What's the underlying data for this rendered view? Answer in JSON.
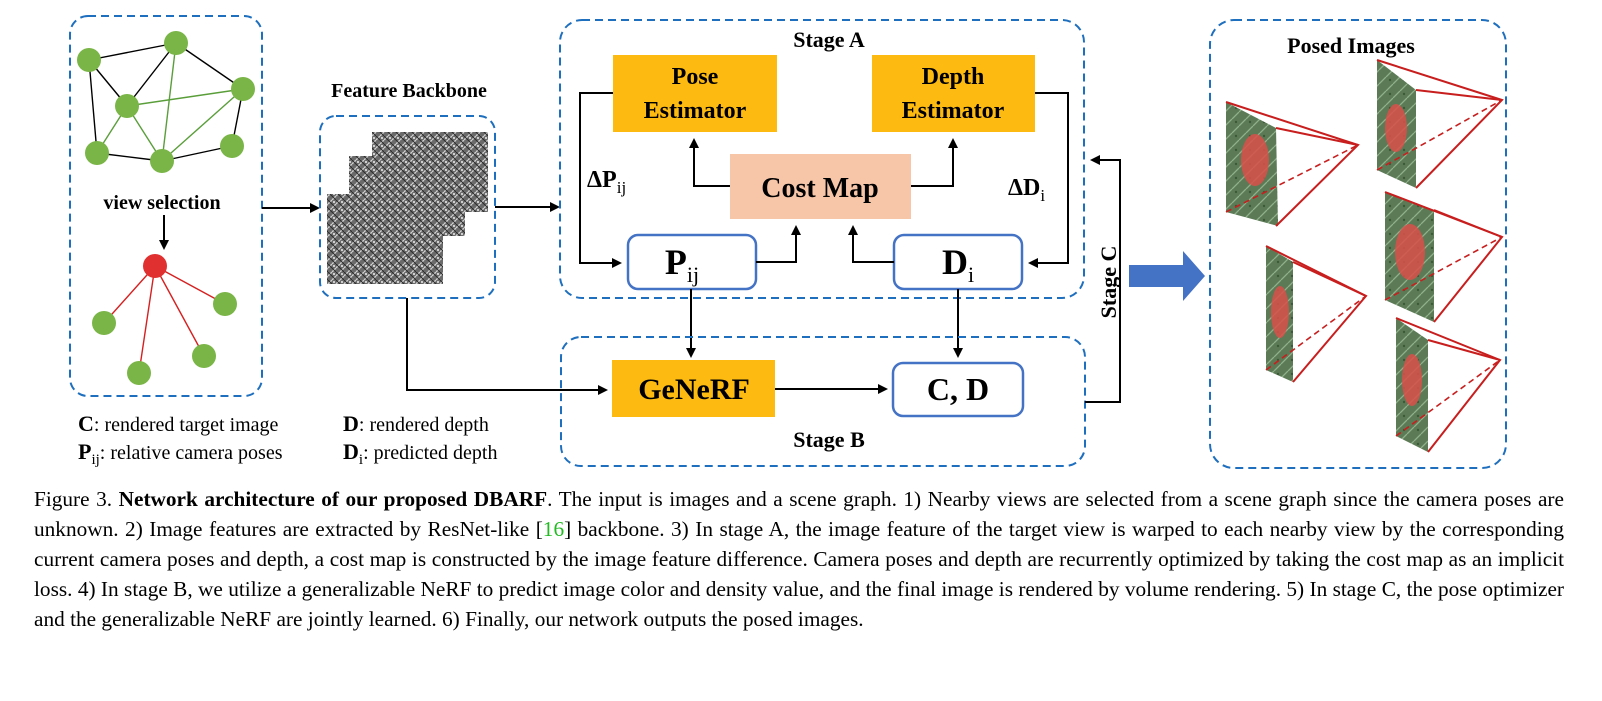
{
  "colors": {
    "dashed_border": "#1f6fbf",
    "orange_box": "#fdbb11",
    "cost_map_fill": "#f7c6a9",
    "blue_box_stroke": "#4472c4",
    "node_green": "#7ab547",
    "node_red": "#e03030",
    "graph_edge_green": "#5a9e3a",
    "graph_edge_red": "#d62020",
    "frustum_red": "#c81e1e",
    "stage_c_arrow": "#4472c4",
    "cite_green": "#22bb22"
  },
  "view_selection": {
    "label": "view selection"
  },
  "feature_backbone": {
    "title": "Feature Backbone"
  },
  "stage_a": {
    "title": "Stage A",
    "pose_estimator": [
      "Pose",
      "Estimator"
    ],
    "depth_estimator": [
      "Depth",
      "Estimator"
    ],
    "cost_map": "Cost Map",
    "delta_p": {
      "symbol": "Δ",
      "main": "P",
      "sub": "ij"
    },
    "delta_d": {
      "symbol": "Δ",
      "main": "D",
      "sub": "i"
    },
    "p_box": {
      "main": "P",
      "sub": "ij"
    },
    "d_box": {
      "main": "D",
      "sub": "i"
    }
  },
  "stage_b": {
    "title": "Stage B",
    "generf": "GeNeRF",
    "cd_box": "C, D"
  },
  "stage_c": {
    "title": "Stage C"
  },
  "posed_images": {
    "title": "Posed Images"
  },
  "legend": {
    "c": {
      "symbol": "C",
      "text": ": rendered target image"
    },
    "d": {
      "symbol": "D",
      "text": ": rendered depth"
    },
    "pij": {
      "symbol": "P",
      "sub": "ij",
      "text": ": relative camera poses"
    },
    "di": {
      "symbol": "D",
      "sub": "i",
      "text": ": predicted depth"
    }
  },
  "caption": {
    "lead": "Figure 3. ",
    "bold": "Network architecture of our proposed DBARF",
    "part1": ". The input is images and a scene graph. 1) Nearby views are selected from a scene graph since the camera poses are unknown. 2) Image features are extracted by ResNet-like [",
    "cite": "16",
    "part2": "] backbone. 3) In stage A, the image feature of the target view is warped to each nearby view by the corresponding current camera poses and depth, a cost map is constructed by the image feature difference. Camera poses and depth are recurrently optimized by taking the cost map as an implicit loss. 4) In stage B, we utilize a generalizable NeRF to predict image color and density value, and the final image is rendered by volume rendering. 5) In stage C, the pose optimizer and the generalizable NeRF are jointly learned. 6) Finally, our network outputs the posed images."
  }
}
